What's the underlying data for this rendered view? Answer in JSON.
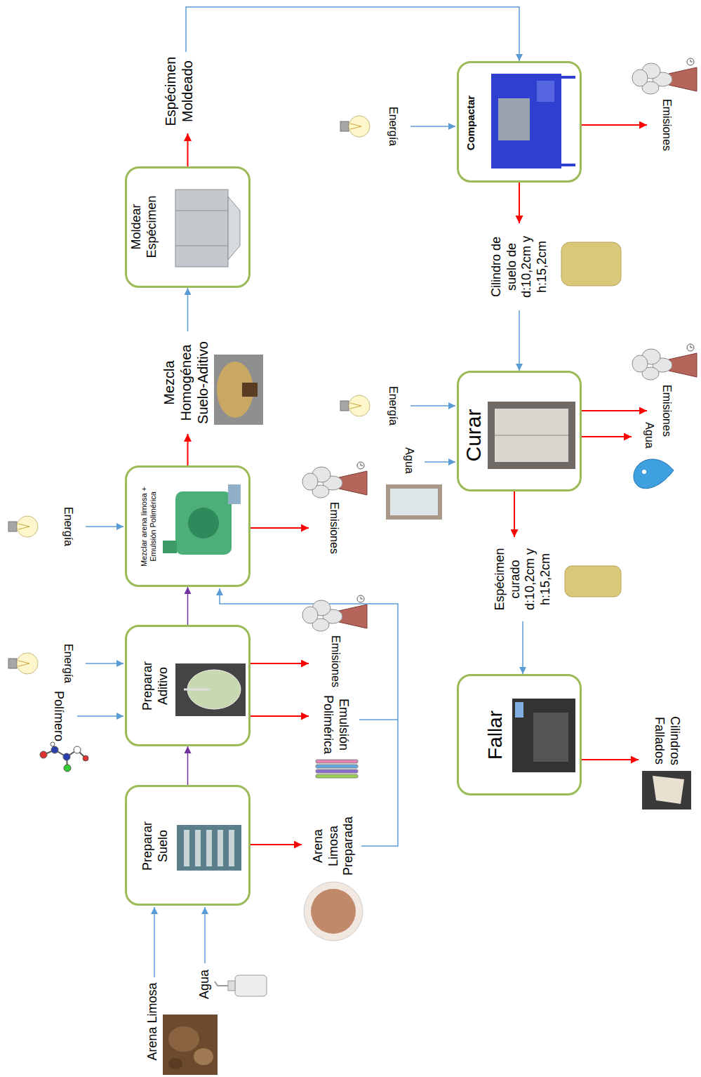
{
  "diagram": {
    "nodes": [
      {
        "text": [
          "Preparar Suelo"
        ]
      },
      {
        "text": [
          "Preparar Aditivo"
        ]
      },
      {
        "text": [
          "Mezclar arena limosa + Emulsión Polimérica"
        ]
      },
      {
        "text": [
          "Moldear Espécimen"
        ]
      },
      {
        "text": [
          "Compactar"
        ]
      },
      {
        "text": [
          "Curar"
        ]
      },
      {
        "text": [
          "Fallar"
        ]
      }
    ],
    "edges": [
      {
        "from": 0,
        "to": 1,
        "arrow": "to"
      },
      {
        "from": 1,
        "to": 2,
        "arrow": "to"
      },
      {
        "from": 2,
        "to": 3,
        "label": "Mezcla Homogénea Suelo-Aditivo",
        "arrow": "to"
      },
      {
        "from": 3,
        "to": 4,
        "label": "Espécimen Moldeado",
        "arrow": "to"
      },
      {
        "from": 4,
        "to": 5,
        "label": "Cilindro de suelo de d:10,2cm y h:15,2cm",
        "arrow": "to"
      },
      {
        "from": 5,
        "to": 6,
        "label": "Espécimen curado d:10,2cm y h:15,2cm",
        "arrow": "to"
      }
    ],
    "labels": [
      "Arena Limosa",
      "Agua",
      "Arena Limosa Preparada",
      "Polímero",
      "Energía",
      "Emisiones",
      "Emulsión Polimérica",
      "Energía",
      "Emisiones",
      "Energía",
      "Emisiones",
      "Energía",
      "Agua",
      "Emisiones",
      "Agua",
      "Cilindros Fallados"
    ]
  }
}
